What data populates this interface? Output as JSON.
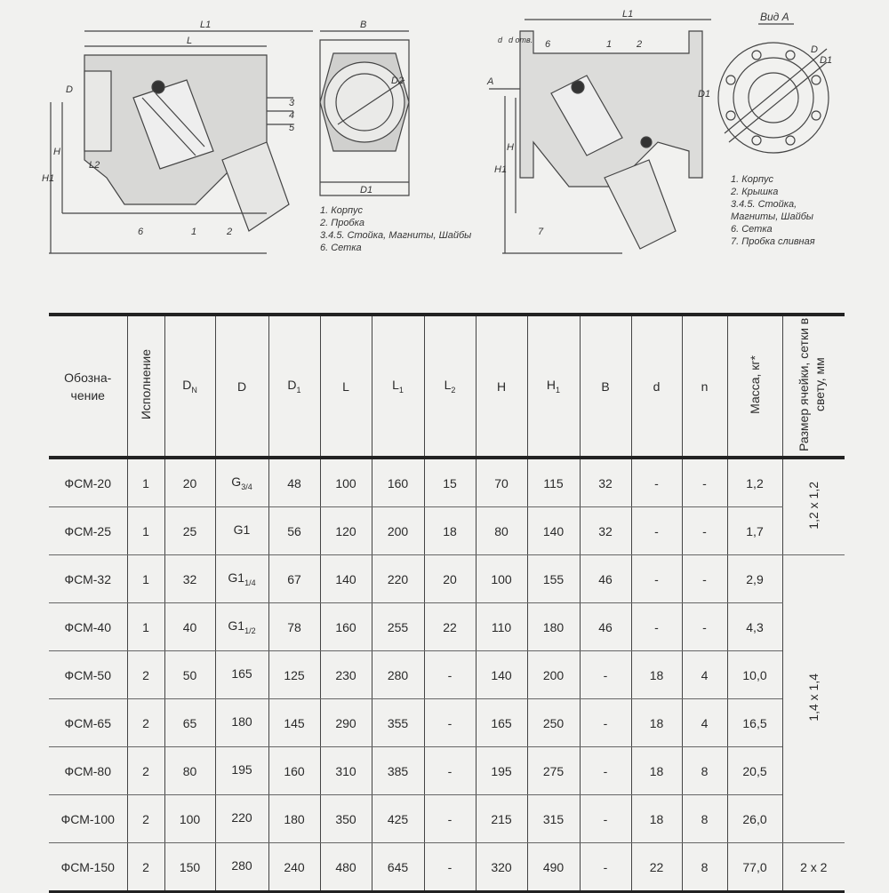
{
  "drawings": {
    "left_dims": [
      "L1",
      "L",
      "D",
      "H",
      "H1",
      "L2",
      "3",
      "4",
      "5",
      "6",
      "1",
      "2"
    ],
    "middle_dims": [
      "B",
      "D2",
      "D1"
    ],
    "right_dims": [
      "d",
      "d отв.",
      "L1",
      "6",
      "1",
      "2",
      "A",
      "D1",
      "H",
      "H1",
      "7"
    ],
    "view_a_title": "Вид А",
    "view_a_dims": [
      "D",
      "D1"
    ],
    "legend_middle": [
      "1. Корпус",
      "2. Пробка",
      "3.4.5. Стойка, Магниты, Шайбы",
      "6. Сетка"
    ],
    "legend_right": [
      "1. Корпус",
      "2. Крышка",
      "3.4.5. Стойка,",
      "Магниты, Шайбы",
      "6. Сетка",
      "7. Пробка сливная"
    ]
  },
  "table": {
    "headers": {
      "designation": "Обозна-чение",
      "version": "Исполнение",
      "dn": "D",
      "dn_sub": "N",
      "d": "D",
      "d1": "D",
      "d1_sub": "1",
      "l": "L",
      "l1": "L",
      "l1_sub": "1",
      "l2": "L",
      "l2_sub": "2",
      "h": "H",
      "h1": "H",
      "h1_sub": "1",
      "b": "B",
      "dd": "d",
      "n": "n",
      "mass": "Масса, кг*",
      "mesh": "Размер ячейки, сетки в свету, мм"
    },
    "rows": [
      {
        "name": "ФСМ-20",
        "ver": "1",
        "dn": "20",
        "d": "G",
        "d_sub": "3/4",
        "d1": "48",
        "l": "100",
        "l1": "160",
        "l2": "15",
        "h": "70",
        "h1": "115",
        "b": "32",
        "dd": "-",
        "n": "-",
        "mass": "1,2"
      },
      {
        "name": "ФСМ-25",
        "ver": "1",
        "dn": "25",
        "d": "G1",
        "d_sub": "",
        "d1": "56",
        "l": "120",
        "l1": "200",
        "l2": "18",
        "h": "80",
        "h1": "140",
        "b": "32",
        "dd": "-",
        "n": "-",
        "mass": "1,7"
      },
      {
        "name": "ФСМ-32",
        "ver": "1",
        "dn": "32",
        "d": "G1",
        "d_sub": "1/4",
        "d1": "67",
        "l": "140",
        "l1": "220",
        "l2": "20",
        "h": "100",
        "h1": "155",
        "b": "46",
        "dd": "-",
        "n": "-",
        "mass": "2,9"
      },
      {
        "name": "ФСМ-40",
        "ver": "1",
        "dn": "40",
        "d": "G1",
        "d_sub": "1/2",
        "d1": "78",
        "l": "160",
        "l1": "255",
        "l2": "22",
        "h": "110",
        "h1": "180",
        "b": "46",
        "dd": "-",
        "n": "-",
        "mass": "4,3"
      },
      {
        "name": "ФСМ-50",
        "ver": "2",
        "dn": "50",
        "d": "165",
        "d_sub": "",
        "d1": "125",
        "l": "230",
        "l1": "280",
        "l2": "-",
        "h": "140",
        "h1": "200",
        "b": "-",
        "dd": "18",
        "n": "4",
        "mass": "10,0"
      },
      {
        "name": "ФСМ-65",
        "ver": "2",
        "dn": "65",
        "d": "180",
        "d_sub": "",
        "d1": "145",
        "l": "290",
        "l1": "355",
        "l2": "-",
        "h": "165",
        "h1": "250",
        "b": "-",
        "dd": "18",
        "n": "4",
        "mass": "16,5"
      },
      {
        "name": "ФСМ-80",
        "ver": "2",
        "dn": "80",
        "d": "195",
        "d_sub": "",
        "d1": "160",
        "l": "310",
        "l1": "385",
        "l2": "-",
        "h": "195",
        "h1": "275",
        "b": "-",
        "dd": "18",
        "n": "8",
        "mass": "20,5"
      },
      {
        "name": "ФСМ-100",
        "ver": "2",
        "dn": "100",
        "d": "220",
        "d_sub": "",
        "d1": "180",
        "l": "350",
        "l1": "425",
        "l2": "-",
        "h": "215",
        "h1": "315",
        "b": "-",
        "dd": "18",
        "n": "8",
        "mass": "26,0"
      },
      {
        "name": "ФСМ-150",
        "ver": "2",
        "dn": "150",
        "d": "280",
        "d_sub": "",
        "d1": "240",
        "l": "480",
        "l1": "645",
        "l2": "-",
        "h": "320",
        "h1": "490",
        "b": "-",
        "dd": "22",
        "n": "8",
        "mass": "77,0"
      }
    ],
    "mesh_groups": [
      "1,2 x 1,2",
      "1,4 x 1,4",
      "2 x 2"
    ]
  }
}
